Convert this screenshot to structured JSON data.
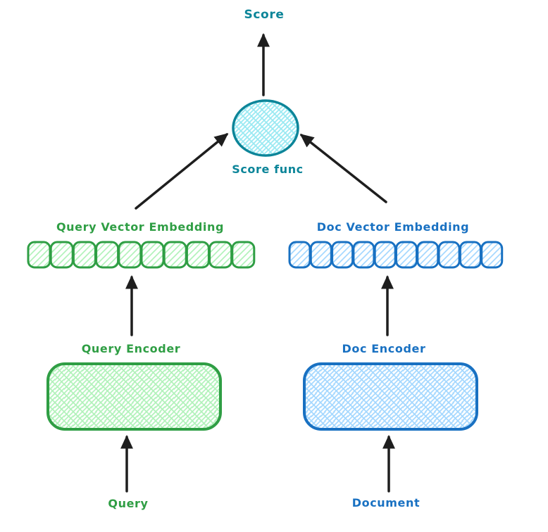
{
  "title": "Bi-encoder scoring diagram",
  "colors": {
    "teal": "#0c8599",
    "teal_fill": "#99e9f2",
    "green": "#2f9e44",
    "green_fill": "#b2f2bb",
    "blue": "#1971c2",
    "blue_fill": "#a5d8ff",
    "arrow": "#1e1e1e",
    "background": "#ffffff"
  },
  "nodes": {
    "score": {
      "label": "Score"
    },
    "score_func": {
      "label": "Score func",
      "shape": "ellipse",
      "fill": "teal-crosshatch"
    },
    "query_embedding": {
      "label": "Query Vector Embedding",
      "cells": 10,
      "fill": "green-diagonal-hatch"
    },
    "doc_embedding": {
      "label": "Doc Vector Embedding",
      "cells": 10,
      "fill": "blue-diagonal-hatch"
    },
    "query_encoder": {
      "label": "Query Encoder",
      "shape": "rounded-rect",
      "fill": "green-crosshatch"
    },
    "doc_encoder": {
      "label": "Doc Encoder",
      "shape": "rounded-rect",
      "fill": "blue-crosshatch"
    },
    "query_input": {
      "label": "Query"
    },
    "doc_input": {
      "label": "Document"
    }
  },
  "edges": [
    {
      "from": "score_func",
      "to": "score"
    },
    {
      "from": "query_embedding",
      "to": "score_func"
    },
    {
      "from": "doc_embedding",
      "to": "score_func"
    },
    {
      "from": "query_encoder",
      "to": "query_embedding"
    },
    {
      "from": "doc_encoder",
      "to": "doc_embedding"
    },
    {
      "from": "query_input",
      "to": "query_encoder"
    },
    {
      "from": "doc_input",
      "to": "doc_encoder"
    }
  ]
}
